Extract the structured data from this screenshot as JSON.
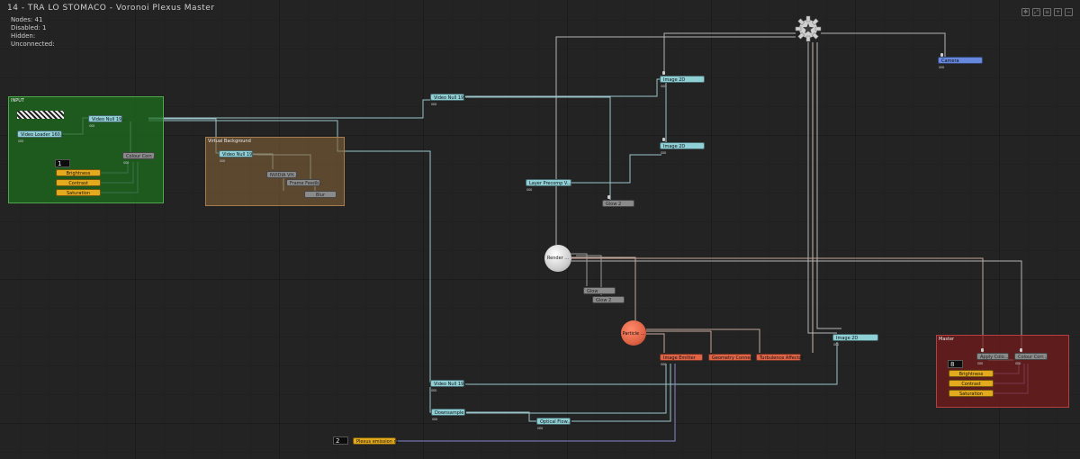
{
  "app": {
    "title": "14  -  TRA  LO  STOMACO  -  Voronoi  Plexus  Master"
  },
  "stats": {
    "nodes": "Nodes:  41",
    "disabled": "Disabled:  1",
    "hidden": "Hidden:",
    "unconnected": "Unconnected:"
  },
  "toolbar_icons": [
    "move-icon",
    "fit-icon",
    "menu-icon",
    "add-icon",
    "remove-icon"
  ],
  "groups": {
    "input": "INPUT",
    "virtual": "Virtual Background",
    "master": "Master"
  },
  "nodes": {
    "video_null_input": "Video Null 19...",
    "video_loader": "Video Loader 160...",
    "colour_correction_input": "Colour Corr...",
    "brightness_input": "Brightness",
    "contrast_input": "Contrast",
    "saturation_input": "Saturation",
    "video_null_virtual": "Video Null 19...",
    "nvidia": "NVIDIA VH...",
    "frame_feedback": "Frame Feedb...",
    "blur_virtual": "Blur",
    "video_null_top": "Video Null 19...",
    "image2d_top": "Image 2D",
    "image2d_mid": "Image 2D",
    "layer_precomp": "Layer Precomp V...",
    "glow2_top": "Glow 2",
    "render": "Render ...",
    "glow_mid": "Glow",
    "glow2_mid": "Glow 2",
    "particle": "Particle ...",
    "image_emitter": "Image Emitter",
    "geometry_connector": "Geometry Connec...",
    "turbulence_affector": "Turbulence Affector",
    "image2d_bottom": "Image 2D",
    "camera": "Camera",
    "video_null_bottom": "Video Null 19...",
    "downsample": "Downsample",
    "optical_flow": "Optical Flow...",
    "plexus_emission": "Plexus emission ra...",
    "apply_colour": "Apply Colo...",
    "colour_correction_master": "Colour Corr...",
    "brightness_master": "Brightness",
    "contrast_master": "Contrast",
    "saturation_master": "Saturation"
  },
  "values": {
    "input_level": "1",
    "master_level": "8",
    "plexus_emission": "2"
  },
  "colors": {
    "input_group": "#1e6e1e",
    "virtual_group": "#825f37",
    "master_group": "#781919",
    "cyan_node": "#8fcfd6",
    "yellow_node": "#e4aa1e",
    "orange_node": "#e06446",
    "camera_node": "#6688dd"
  }
}
